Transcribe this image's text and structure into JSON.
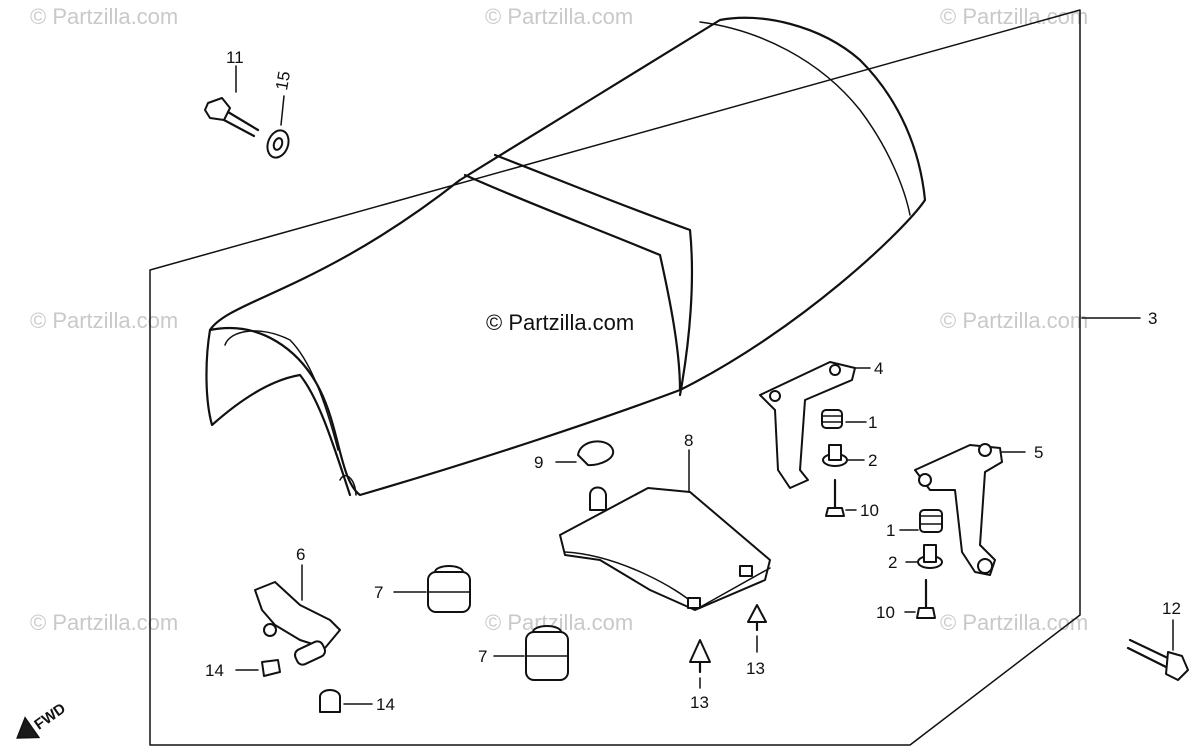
{
  "watermarks": {
    "corner": "© Partzilla.com",
    "center": "© Partzilla.com"
  },
  "direction_label": "FWD",
  "callouts": {
    "c1a": "1",
    "c1b": "1",
    "c2a": "2",
    "c2b": "2",
    "c3": "3",
    "c4": "4",
    "c5": "5",
    "c6": "6",
    "c7a": "7",
    "c7b": "7",
    "c8": "8",
    "c9": "9",
    "c10a": "10",
    "c10b": "10",
    "c11": "11",
    "c12": "12",
    "c13a": "13",
    "c13b": "13",
    "c14a": "14",
    "c14b": "14",
    "c15": "15"
  },
  "colors": {
    "ink": "#111111",
    "watermark": "#c9c9c9",
    "background": "#ffffff"
  }
}
